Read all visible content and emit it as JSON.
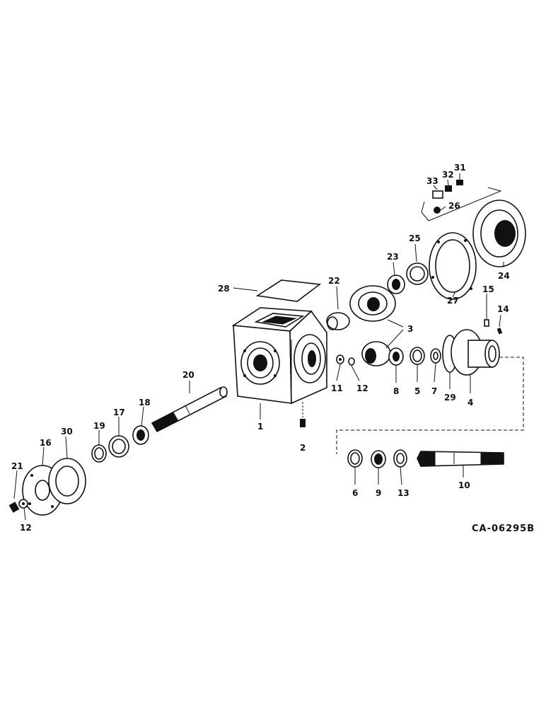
{
  "diagram": {
    "reference_code": "CA-06295B",
    "callouts": {
      "p1": "1",
      "p2": "2",
      "p3": "3",
      "p4": "4",
      "p5": "5",
      "p6": "6",
      "p7": "7",
      "p8": "8",
      "p9": "9",
      "p10": "10",
      "p11": "11",
      "p12a": "12",
      "p12b": "12",
      "p13": "13",
      "p14": "14",
      "p15": "15",
      "p16": "16",
      "p17": "17",
      "p18": "18",
      "p19": "19",
      "p20": "20",
      "p21": "21",
      "p22": "22",
      "p23": "23",
      "p24": "24",
      "p25": "25",
      "p26": "26",
      "p27": "27",
      "p28": "28",
      "p29": "29",
      "p30": "30",
      "p31": "31",
      "p32": "32",
      "p33": "33"
    }
  }
}
